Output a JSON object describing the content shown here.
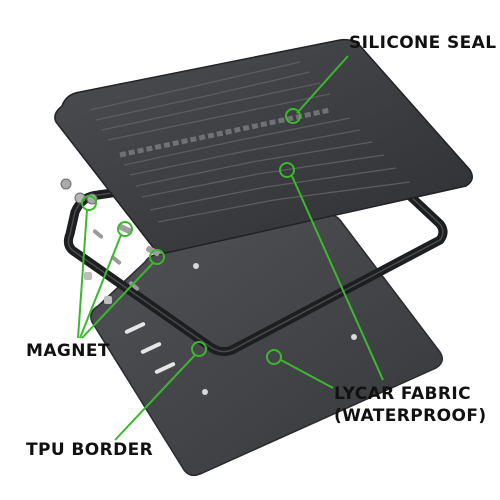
{
  "labels": {
    "silicone_seal": "SILICONE SEAL",
    "magnet": "MAGNET",
    "lycra_line1": "LYCAR FABRIC",
    "lycra_line2": "(WATERPROOF)",
    "tpu_border": "TPU BORDER"
  },
  "colors": {
    "callout": "#3cb82f",
    "panel_dark": "#3b3d40",
    "panel_mid": "#4a4c50",
    "border": "#1d1e20",
    "magnet": "#a9a9a9",
    "text": "#111111"
  }
}
